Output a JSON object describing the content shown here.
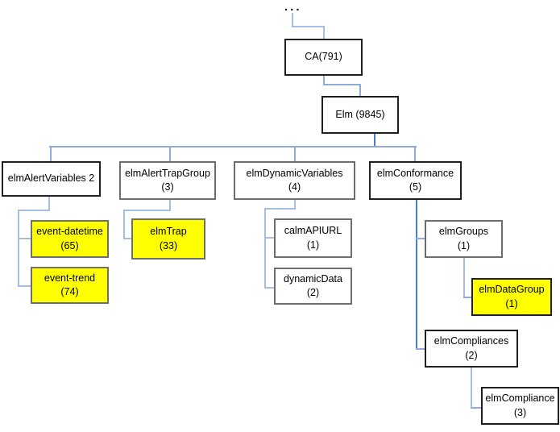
{
  "diagram": {
    "ellipsis": "...",
    "colors": {
      "highlight": "#FFFF00",
      "connector_light": "#A6BEE1",
      "connector_mid": "#8FAADC",
      "connector_dark": "#4E7CC1",
      "border_dark": "#1F1F1F",
      "border_gray": "#6E6E6E"
    },
    "nodes": {
      "ca": {
        "label": "CA(791)"
      },
      "elm": {
        "label": "Elm (9845)"
      },
      "elmAlertVariables": {
        "label": "elmAlertVariables 2"
      },
      "elmAlertTrapGroup": {
        "name": "elmAlertTrapGroup",
        "count": "(3)"
      },
      "elmDynamicVariables": {
        "name": "elmDynamicVariables",
        "count": "(4)"
      },
      "elmConformance": {
        "name": "elmConformance",
        "count": "(5)"
      },
      "eventDatetime": {
        "name": "event-datetime",
        "count": "(65)",
        "highlighted": true
      },
      "eventTrend": {
        "name": "event-trend",
        "count": "(74)",
        "highlighted": true
      },
      "elmTrap": {
        "name": "elmTrap",
        "count": "(33)",
        "highlighted": true
      },
      "calmAPIURL": {
        "name": "calmAPIURL",
        "count": "(1)"
      },
      "dynamicData": {
        "name": "dynamicData",
        "count": "(2)"
      },
      "elmGroups": {
        "name": "elmGroups",
        "count": "(1)"
      },
      "elmDataGroup": {
        "name": "elmDataGroup",
        "count": "(1)",
        "highlighted": true
      },
      "elmCompliances": {
        "name": "elmCompliances",
        "count": "(2)"
      },
      "elmCompliance": {
        "name": "elmCompliance",
        "count": "(3)"
      }
    }
  }
}
